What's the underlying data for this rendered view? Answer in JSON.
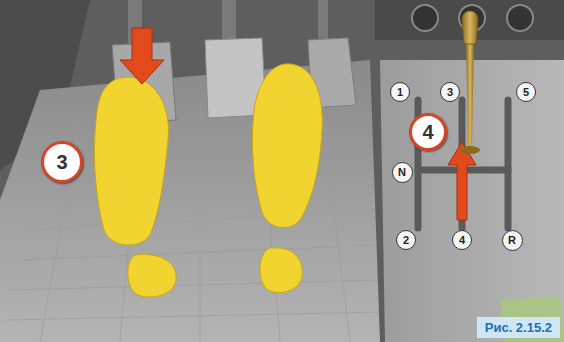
{
  "diagram": {
    "caption": "Рис. 2.15.2",
    "nodes": [
      {
        "text": [
          "3"
        ]
      },
      {
        "text": [
          "4"
        ]
      },
      {
        "text": [
          "1"
        ]
      },
      {
        "text": [
          "3"
        ]
      },
      {
        "text": [
          "5"
        ]
      },
      {
        "text": [
          "N"
        ]
      },
      {
        "text": [
          "2"
        ]
      },
      {
        "text": [
          "4"
        ]
      },
      {
        "text": [
          "R"
        ]
      }
    ]
  }
}
